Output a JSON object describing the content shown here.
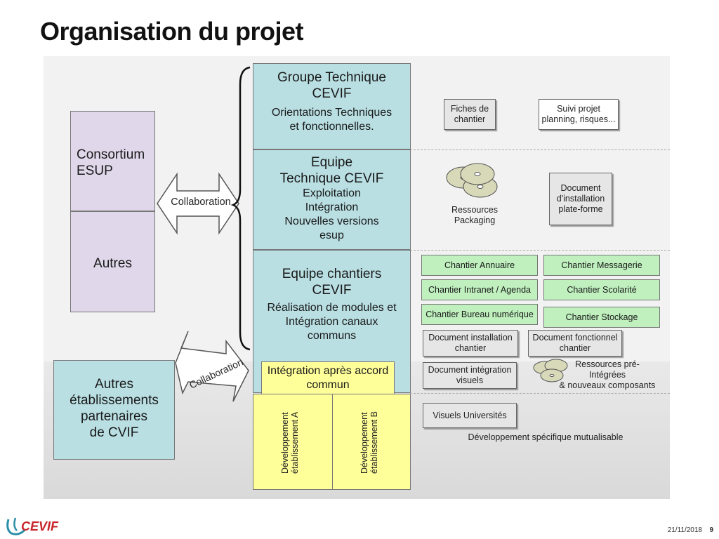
{
  "page": {
    "title": "Organisation du projet",
    "date": "21/11/2018",
    "page_number": "9"
  },
  "left": {
    "consortium": "Consortium ESUP",
    "autres": "Autres",
    "autres_etab": [
      "Autres",
      "établissements",
      "partenaires",
      "de CVIF"
    ],
    "collab1": "Collaboration",
    "collab2": "Collaboration"
  },
  "center": {
    "groupe_title": [
      "Groupe Technique",
      "CEVIF"
    ],
    "groupe_sub": [
      "Orientations Techniques",
      "et fonctionnelles."
    ],
    "equipe_title": [
      "Equipe",
      "Technique CEVIF"
    ],
    "equipe_sub": [
      "Exploitation",
      "Intégration",
      "Nouvelles versions",
      "esup"
    ],
    "chantiers_title": [
      "Equipe chantiers",
      "CEVIF"
    ],
    "chantiers_sub": [
      "Réalisation de modules et",
      "Intégration canaux",
      "communs"
    ],
    "integration": [
      "Intégration après accord",
      "commun"
    ],
    "dev_a": [
      "Développement",
      "établissement A"
    ],
    "dev_b": [
      "Développement",
      "établissement B"
    ]
  },
  "right": {
    "fiches": [
      "Fiches de",
      "chantier"
    ],
    "suivi": [
      "Suivi projet",
      "planning, risques..."
    ],
    "ressources": [
      "Ressources",
      "Packaging"
    ],
    "doc_install": [
      "Document",
      "d'installation",
      "plate-forme"
    ],
    "chantiers": [
      "Chantier Annuaire",
      "Chantier Messagerie",
      "Chantier Intranet / Agenda",
      "Chantier Scolarité",
      "Chantier Bureau numérique",
      "Chantier Stockage"
    ],
    "doc_inst_chantier": [
      "Document installation",
      "chantier"
    ],
    "doc_fonc_chantier": [
      "Document fonctionnel",
      "chantier"
    ],
    "doc_integ_visuels": [
      "Document intégration",
      "visuels"
    ],
    "ressources_pre": [
      "Ressources pré-",
      "Intégrées",
      "& nouveaux composants"
    ],
    "visuels": "Visuels Universités",
    "dev_spec": "Développement spécifique mutualisable"
  },
  "colors": {
    "purple": "#e0d7ea",
    "blue": "#b9dfe3",
    "yellow": "#ffff9a",
    "green": "#bff0be",
    "arrow": "#8fb4e3"
  }
}
